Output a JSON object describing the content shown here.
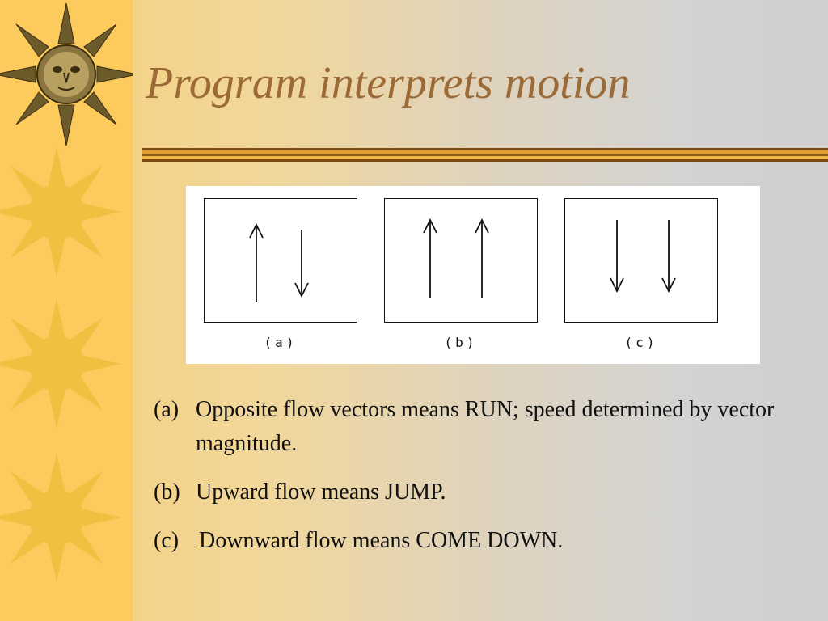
{
  "slide": {
    "title": "Program interprets motion"
  },
  "figure": {
    "panels": [
      {
        "label": "(a)",
        "arrows": [
          "up",
          "down"
        ]
      },
      {
        "label": "(b)",
        "arrows": [
          "up",
          "up"
        ]
      },
      {
        "label": "(c)",
        "arrows": [
          "down",
          "down"
        ]
      }
    ]
  },
  "captions": [
    {
      "marker": "(a)",
      "text": "Opposite flow vectors means RUN; speed determined by vector magnitude."
    },
    {
      "marker": "(b)",
      "text": "Upward flow means JUMP."
    },
    {
      "marker": "(c)",
      "text": "Downward flow means COME DOWN."
    }
  ],
  "colors": {
    "title": "#9c6a37",
    "strip": "#fdca5e",
    "sun": "#f0c040",
    "divider": "#c98b1a"
  }
}
